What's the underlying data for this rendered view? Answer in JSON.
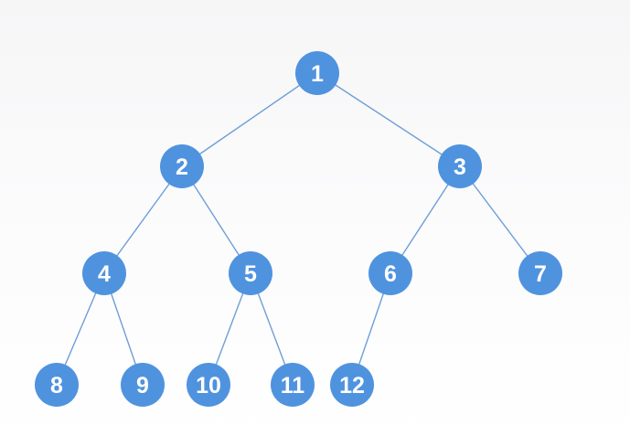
{
  "diagram": {
    "type": "binary-tree",
    "nodes": [
      {
        "id": "1",
        "label": "1"
      },
      {
        "id": "2",
        "label": "2"
      },
      {
        "id": "3",
        "label": "3"
      },
      {
        "id": "4",
        "label": "4"
      },
      {
        "id": "5",
        "label": "5"
      },
      {
        "id": "6",
        "label": "6"
      },
      {
        "id": "7",
        "label": "7"
      },
      {
        "id": "8",
        "label": "8"
      },
      {
        "id": "9",
        "label": "9"
      },
      {
        "id": "10",
        "label": "10"
      },
      {
        "id": "11",
        "label": "11"
      },
      {
        "id": "12",
        "label": "12"
      }
    ],
    "edges": [
      {
        "from": "1",
        "to": "2"
      },
      {
        "from": "1",
        "to": "3"
      },
      {
        "from": "2",
        "to": "4"
      },
      {
        "from": "2",
        "to": "5"
      },
      {
        "from": "3",
        "to": "6"
      },
      {
        "from": "3",
        "to": "7"
      },
      {
        "from": "4",
        "to": "8"
      },
      {
        "from": "4",
        "to": "9"
      },
      {
        "from": "5",
        "to": "10"
      },
      {
        "from": "5",
        "to": "11"
      },
      {
        "from": "6",
        "to": "12"
      }
    ],
    "colors": {
      "node_fill": "#4f93df",
      "node_text": "#ffffff",
      "edge": "#6d9fd6"
    }
  }
}
